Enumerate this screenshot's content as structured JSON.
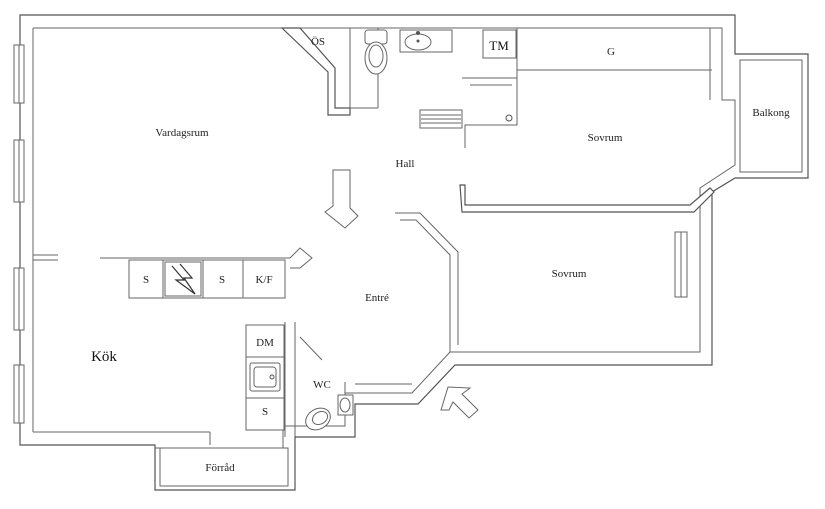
{
  "rooms": {
    "vardagsrum": "Vardagsrum",
    "hall": "Hall",
    "sovrum_1": "Sovrum",
    "sovrum_2": "Sovrum",
    "balkong": "Balkong",
    "g": "G",
    "os": "ÖS",
    "tm": "TM",
    "entre": "Entré",
    "kok": "Kök",
    "forrad": "Förråd",
    "wc": "WC"
  },
  "fixtures": {
    "s1": "S",
    "s2": "S",
    "kf": "K/F",
    "dm": "DM",
    "s3": "S"
  },
  "icons": {
    "entrance": "entrance-arrow-icon",
    "chimney": "chimney-icon",
    "sink": "sink-icon",
    "toilet": "toilet-icon",
    "radiator": "radiator-icon"
  }
}
